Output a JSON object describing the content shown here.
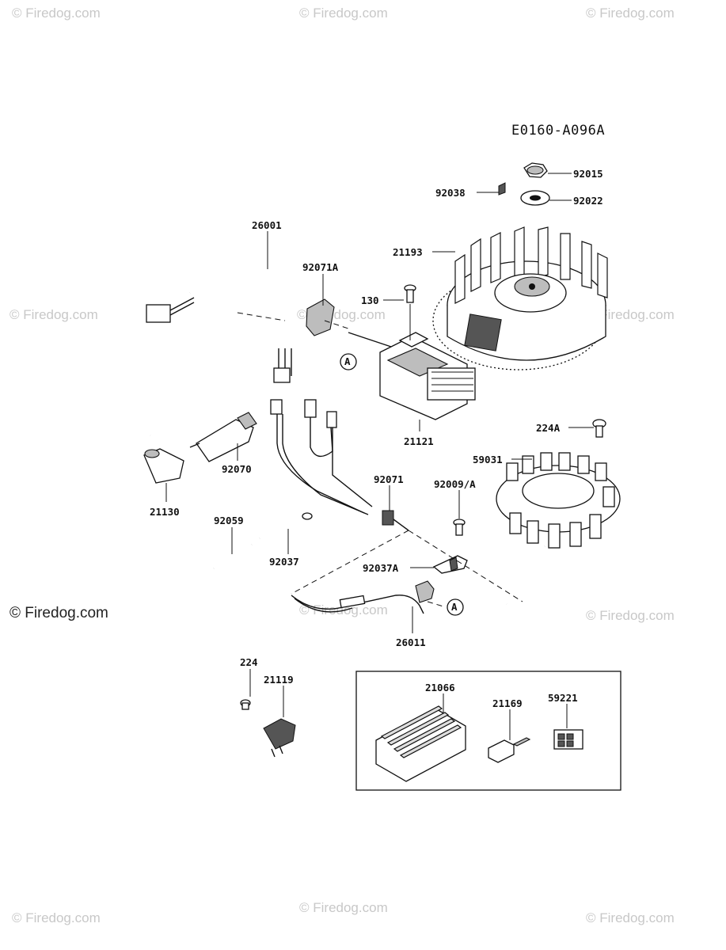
{
  "diagram_code": "E0160-A096A",
  "watermark": "© Firedog.com",
  "watermark_main": "© Firedog.com",
  "callouts": {
    "p92015": "92015",
    "p92038": "92038",
    "p92022": "92022",
    "p26001": "26001",
    "p21193": "21193",
    "p92071A": "92071A",
    "p130": "130",
    "p21121": "21121",
    "p224A": "224A",
    "p59031": "59031",
    "p92070": "92070",
    "p21130": "21130",
    "p92071": "92071",
    "p92009A": "92009/A",
    "p92059": "92059",
    "p92037": "92037",
    "p92037A": "92037A",
    "p26011": "26011",
    "p224": "224",
    "p21119": "21119",
    "p21066": "21066",
    "p21169": "21169",
    "p59221": "59221"
  },
  "connection_markers": {
    "a1": "A",
    "a2": "A"
  }
}
